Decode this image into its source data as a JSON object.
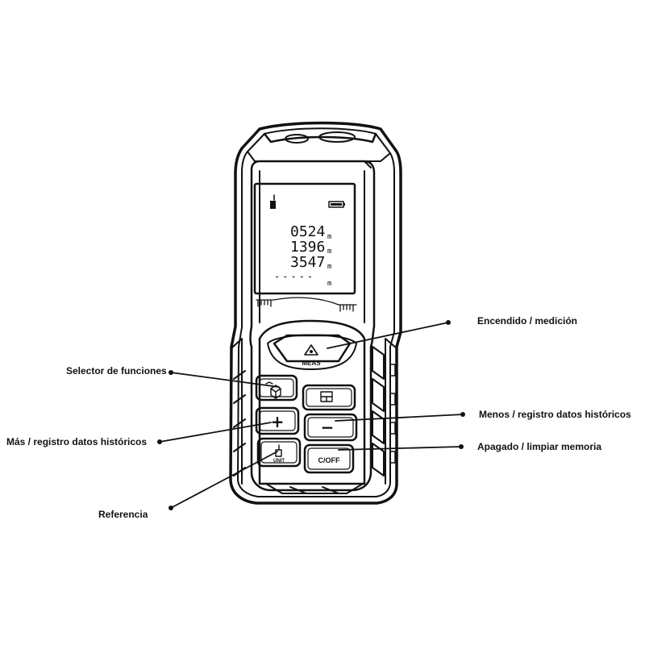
{
  "device": {
    "lcd_rows": [
      {
        "value": "0524",
        "unit": "m"
      },
      {
        "value": "1396",
        "unit": "m"
      },
      {
        "value": "3547",
        "unit": "m"
      },
      {
        "value": "-----",
        "unit": "m"
      }
    ],
    "buttons": {
      "meas_label": "MEAS",
      "unit_label": "UNIT",
      "clear_off_label": "C/OFF",
      "plus_symbol": "+",
      "minus_symbol": "−"
    }
  },
  "callouts": {
    "power_measure": "Encendido / medición",
    "function_selector": "Selector de funciones",
    "minus_history": "Menos / registro datos históricos",
    "plus_history": "Más / registro datos históricos",
    "off_clear": "Apagado / limpiar memoria",
    "reference": "Referencia"
  },
  "colors": {
    "line": "#111111",
    "background": "#ffffff"
  }
}
